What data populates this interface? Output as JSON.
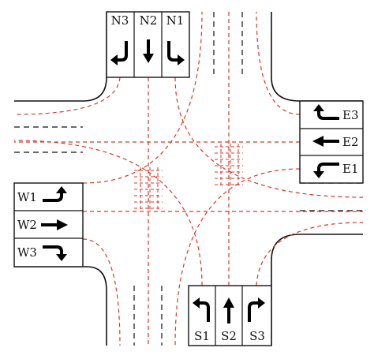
{
  "diagram": {
    "lane_labels": {
      "north": [
        "N3",
        "N2",
        "N1"
      ],
      "south": [
        "S1",
        "S2",
        "S3"
      ],
      "west": [
        "W1",
        "W2",
        "W3"
      ],
      "east": [
        "E3",
        "E2",
        "E1"
      ]
    },
    "lane_movements": {
      "N3": "right-turn",
      "N2": "through",
      "N1": "left-turn",
      "S1": "left-turn",
      "S2": "through",
      "S3": "right-turn",
      "W1": "left-turn",
      "W2": "through",
      "W3": "right-turn",
      "E3": "right-turn",
      "E2": "through",
      "E1": "left-turn"
    },
    "colors": {
      "road_line": "#111111",
      "trajectory": "#d23a2a",
      "arrow": "#000000",
      "background": "#ffffff"
    }
  }
}
